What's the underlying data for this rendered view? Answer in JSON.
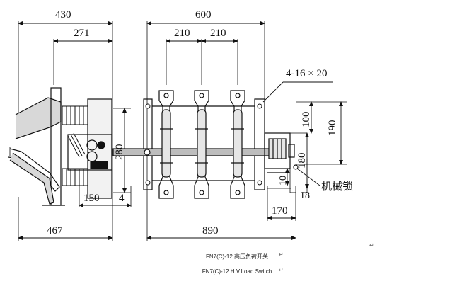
{
  "dimensions": {
    "d430": "430",
    "d271": "271",
    "d600": "600",
    "d210a": "210",
    "d210b": "210",
    "holes": "4-16 × 20",
    "d100": "100",
    "d190": "190",
    "d280": "280",
    "d180": "180",
    "d10": "10",
    "d18": "18",
    "d150": "150",
    "d4": "4",
    "d170": "170",
    "d467": "467",
    "d890": "890"
  },
  "labels": {
    "mechanical_lock": "机械锁"
  },
  "captions": {
    "cn": "FN7(C)-12 高压负荷开关",
    "en": "FN7(C)-12 H.V.Load Switch"
  },
  "colors": {
    "line": "#111111",
    "housing_fill": "#e6e6e6",
    "bar_fill": "#bdbdbd"
  }
}
